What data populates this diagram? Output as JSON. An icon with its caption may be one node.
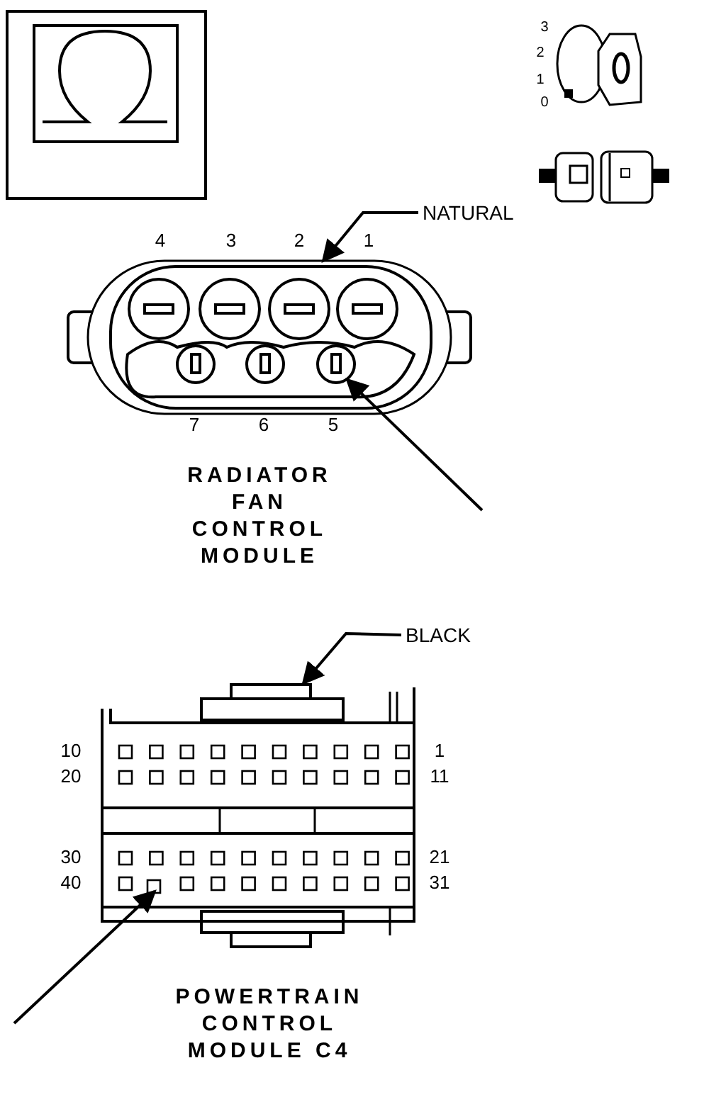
{
  "diagram": {
    "nodes": [
      {
        "text": [
          "NATURAL"
        ]
      },
      {
        "text": [],
        "shape": "picture"
      },
      {
        "text": [],
        "shape": "circle",
        "in": 1
      },
      {
        "text": [
          "BLACK"
        ]
      },
      {
        "text": [],
        "shape": "picture"
      },
      {
        "text": [],
        "shape": "box",
        "in": 4
      }
    ],
    "edges": [
      {
        "from": 0,
        "to": 1,
        "arrow": "to"
      },
      {
        "from": null,
        "to": 2,
        "arrow": "to"
      },
      {
        "from": 3,
        "to": 4,
        "arrow": "to"
      },
      {
        "from": null,
        "to": 5,
        "arrow": "to"
      }
    ],
    "labels": [
      "3",
      "2",
      "1",
      "0",
      "4",
      "3",
      "2",
      "1",
      "7",
      "6",
      "5",
      "RADIATOR FAN CONTROL MODULE",
      "10",
      "1",
      "20",
      "11",
      "30",
      "21",
      "40",
      "31",
      "POWERTRAIN CONTROL MODULE C4"
    ]
  }
}
